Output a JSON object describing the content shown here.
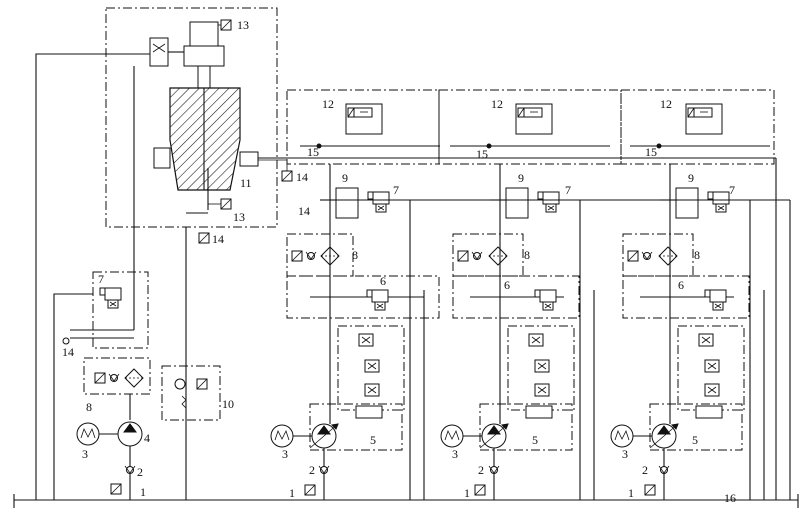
{
  "labels": {
    "pressure_source": "1",
    "check_valve": "2",
    "motor": "3",
    "main_pump": "4",
    "valve_block": "5",
    "relief_valve": "6",
    "pressure_switch": "7",
    "filter": "8",
    "dir_valve": "9",
    "gauge": "10",
    "cylinder": "11",
    "proportional_valve": "12",
    "sensor_top": "13",
    "sensor_side": "14",
    "port": "15",
    "tank": "16"
  }
}
